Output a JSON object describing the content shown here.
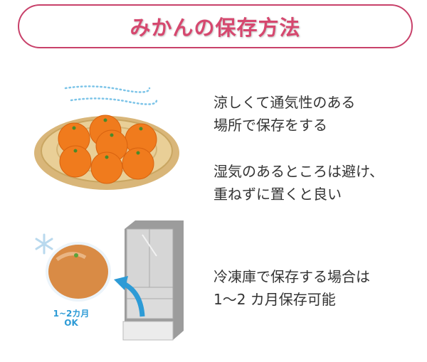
{
  "title": "みかんの保存方法",
  "tips": [
    {
      "lines": [
        "涼しくて通気性のある",
        "場所で保存をする"
      ]
    },
    {
      "lines": [
        "湿気のあるところは避け、",
        "重ねずに置くと良い"
      ]
    },
    {
      "lines": [
        "冷凍庫で保存する場合は",
        "1〜2 カ月保存可能"
      ]
    }
  ],
  "frozen_label": {
    "line1": "1~2カ月",
    "line2": "OK"
  },
  "colors": {
    "accent": "#d6486f",
    "border": "#c8416a",
    "label_blue": "#2d9bd6"
  }
}
